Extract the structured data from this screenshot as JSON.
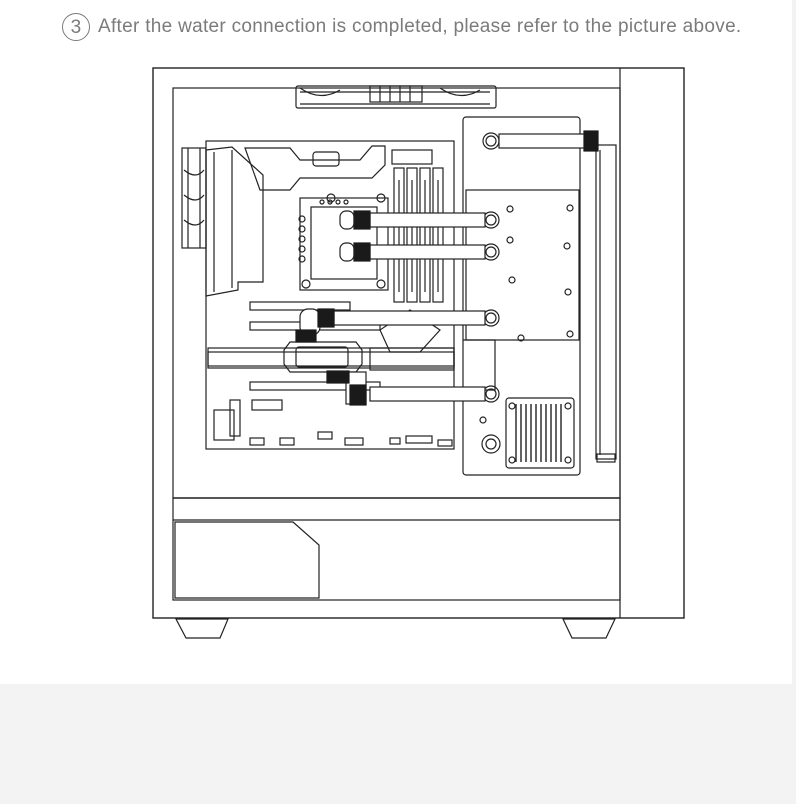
{
  "step": {
    "number": "3",
    "text": "After the water connection is completed, please refer to the picture above."
  },
  "colors": {
    "background": "#f3f3f3",
    "panel": "#ffffff",
    "text": "#7b7b7b",
    "line": "#222222",
    "fitting": "#1a1a1a"
  },
  "icons": {
    "step_marker": "circled-digit",
    "diagram": "pc-case-water-cooling-loop"
  }
}
